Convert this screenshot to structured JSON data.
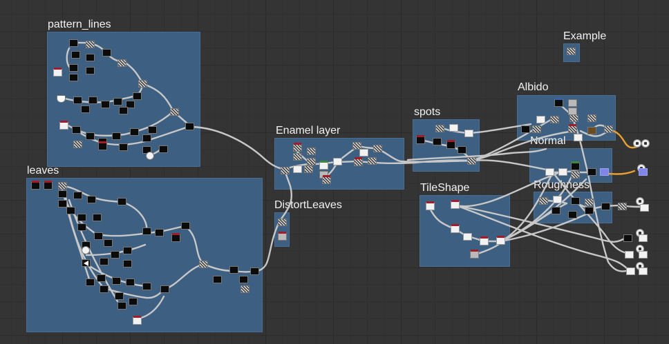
{
  "graph": {
    "frames": [
      {
        "id": "pattern_lines",
        "title": "pattern_lines"
      },
      {
        "id": "leaves",
        "title": "leaves"
      },
      {
        "id": "enamel",
        "title": "Enamel layer"
      },
      {
        "id": "distort",
        "title": "DistortLeaves"
      },
      {
        "id": "spots",
        "title": "spots"
      },
      {
        "id": "tileshape",
        "title": "TileShape"
      },
      {
        "id": "albido",
        "title": "Albido"
      },
      {
        "id": "normal",
        "title": "Normal"
      },
      {
        "id": "roughness",
        "title": "Roughness"
      },
      {
        "id": "example",
        "title": "Example"
      }
    ]
  },
  "colors": {
    "canvas": "#343434",
    "frame": "#3d5f82",
    "wire": "#c8c8c8",
    "wire_orange": "#e8a030",
    "accent_red": "#a31c2a",
    "purple_output": "#7f86e8"
  }
}
